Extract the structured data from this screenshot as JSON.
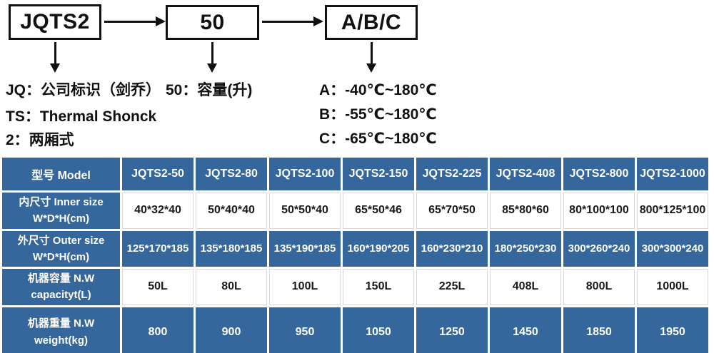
{
  "diagram": {
    "boxes": [
      {
        "label": "JQTS2"
      },
      {
        "label": "50"
      },
      {
        "label": "A/B/C"
      }
    ],
    "notes": {
      "left": [
        "JQ：公司标识（剑乔）",
        "TS：Thermal Shonck",
        "2：两厢式"
      ],
      "middle": [
        "50：容量(升)"
      ],
      "right": [
        "A：-40℃~180℃",
        "B：-55℃~180℃",
        "C：-65℃~180℃"
      ]
    }
  },
  "table": {
    "header": {
      "label": "型号 Model",
      "models": [
        "JQTS2-50",
        "JQTS2-80",
        "JQTS2-100",
        "JQTS2-150",
        "JQTS2-225",
        "JQTS2-408",
        "JQTS2-800",
        "JQTS2-1000"
      ]
    },
    "rows": [
      {
        "label_zh": "内尺寸 Inner size",
        "label_en": "W*D*H(cm)",
        "values": [
          "40*32*40",
          "50*40*40",
          "50*50*40",
          "65*50*46",
          "65*70*50",
          "85*80*60",
          "80*100*100",
          "800*125*100"
        ]
      },
      {
        "label_zh": "外尺寸 Outer size",
        "label_en": "W*D*H(cm)",
        "values": [
          "125*170*185",
          "135*180*185",
          "135*190*185",
          "160*190*205",
          "160*230*210",
          "180*250*230",
          "300*260*240",
          "300*300*240"
        ]
      },
      {
        "label_zh": "机器容量 N.W",
        "label_en": "capacityt(L)",
        "values": [
          "50L",
          "80L",
          "100L",
          "150L",
          "225L",
          "408L",
          "800L",
          "1000L"
        ]
      },
      {
        "label_zh": "机器重量 N.W",
        "label_en": "weight(kg)",
        "values": [
          "800",
          "900",
          "950",
          "1050",
          "1250",
          "1450",
          "1850",
          "1950"
        ]
      }
    ]
  },
  "colors": {
    "table_blue": "#36679c",
    "ink": "#111111",
    "light_cell_border": "#d8d8d8"
  }
}
